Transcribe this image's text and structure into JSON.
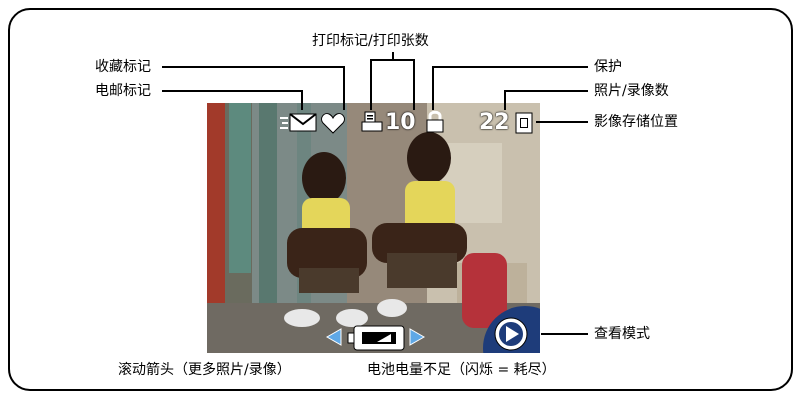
{
  "labels": {
    "favorite_mark": "收藏标记",
    "email_mark": "电邮标记",
    "print_mark": "打印标记/打印张数",
    "protect": "保护",
    "photo_video_count": "照片/录像数",
    "image_storage": "影像存储位置",
    "view_mode": "查看模式",
    "scroll_arrows": "滚动箭头（更多照片/录像）",
    "battery_low": "电池电量不足（闪烁 = 耗尽）"
  },
  "overlay": {
    "print_count": "10",
    "photo_count": "22"
  },
  "icons": [
    "email-icon",
    "heart-icon",
    "print-icon",
    "lock-icon",
    "memory-card-icon",
    "scroll-left-arrow-icon",
    "battery-icon",
    "scroll-right-arrow-icon",
    "play-icon"
  ]
}
